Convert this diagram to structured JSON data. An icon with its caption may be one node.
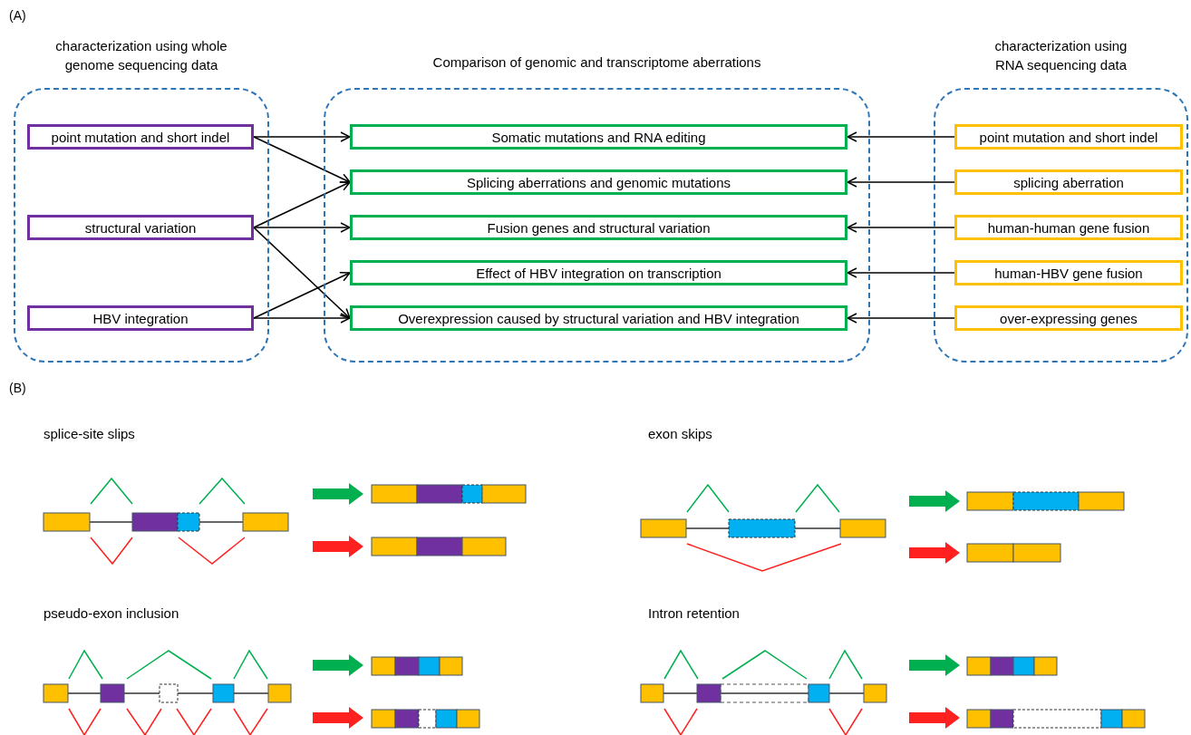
{
  "diagram": {
    "nodes": [
      {
        "text": [
          "characterization using whole genome sequencing data"
        ]
      },
      {
        "text": [
          "point mutation and short indel"
        ],
        "in": 0
      },
      {
        "text": [
          "structural variation"
        ],
        "in": 0
      },
      {
        "text": [
          "HBV integration"
        ],
        "in": 0
      },
      {
        "text": [
          "Comparison of genomic and transcriptome aberrations"
        ]
      },
      {
        "text": [
          "Somatic mutations and RNA editing"
        ],
        "in": 4
      },
      {
        "text": [
          "Splicing aberrations and genomic mutations"
        ],
        "in": 4
      },
      {
        "text": [
          "Fusion genes and structural variation"
        ],
        "in": 4
      },
      {
        "text": [
          "Effect of HBV integration on transcription"
        ],
        "in": 4
      },
      {
        "text": [
          "Overexpression caused by structural variation and HBV integration"
        ],
        "in": 4
      },
      {
        "text": [
          "characterization using RNA sequencing data"
        ]
      },
      {
        "text": [
          "point mutation and short indel"
        ],
        "in": 10
      },
      {
        "text": [
          "splicing aberration"
        ],
        "in": 10
      },
      {
        "text": [
          "human-human gene fusion"
        ],
        "in": 10
      },
      {
        "text": [
          "human-HBV gene fusion"
        ],
        "in": 10
      },
      {
        "text": [
          "over-expressing genes"
        ],
        "in": 10
      }
    ],
    "edges": [
      {
        "from": 1,
        "to": 5,
        "arrow": "to"
      },
      {
        "from": 1,
        "to": 6,
        "arrow": "to"
      },
      {
        "from": 2,
        "to": 6,
        "arrow": "to"
      },
      {
        "from": 2,
        "to": 7,
        "arrow": "to"
      },
      {
        "from": 2,
        "to": 9,
        "arrow": "to"
      },
      {
        "from": 3,
        "to": 8,
        "arrow": "to"
      },
      {
        "from": 3,
        "to": 9,
        "arrow": "to"
      },
      {
        "from": 11,
        "to": 5,
        "arrow": "to"
      },
      {
        "from": 12,
        "to": 6,
        "arrow": "to"
      },
      {
        "from": 13,
        "to": 7,
        "arrow": "to"
      },
      {
        "from": 14,
        "to": 8,
        "arrow": "to"
      },
      {
        "from": 15,
        "to": 9,
        "arrow": "to"
      }
    ],
    "labels": [
      "(A)",
      "(B)",
      "splice-site slips",
      "exon skips",
      "pseudo-exon inclusion",
      "Intron retention"
    ]
  }
}
